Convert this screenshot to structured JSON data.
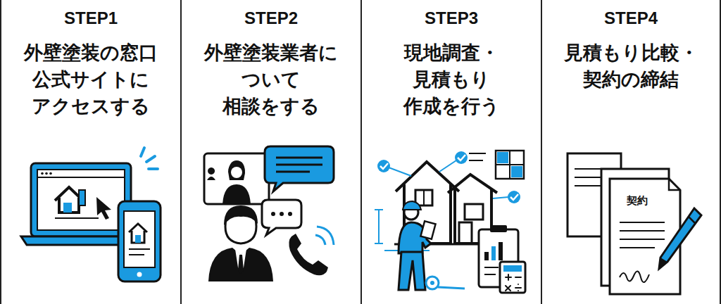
{
  "diagram": {
    "nodes": [
      {
        "text": [
          "STEP1",
          "外壁塗装の窓口 公式サイトに アクセスする"
        ]
      },
      {
        "text": [
          "STEP2",
          "外壁塗装業者に ついて 相談をする"
        ]
      },
      {
        "text": [
          "STEP3",
          "現地調査・ 見積もり 作成を行う"
        ]
      },
      {
        "text": [
          "STEP4",
          "見積もり比較・ 契約の締結"
        ]
      }
    ],
    "labels": [
      "契約"
    ]
  }
}
